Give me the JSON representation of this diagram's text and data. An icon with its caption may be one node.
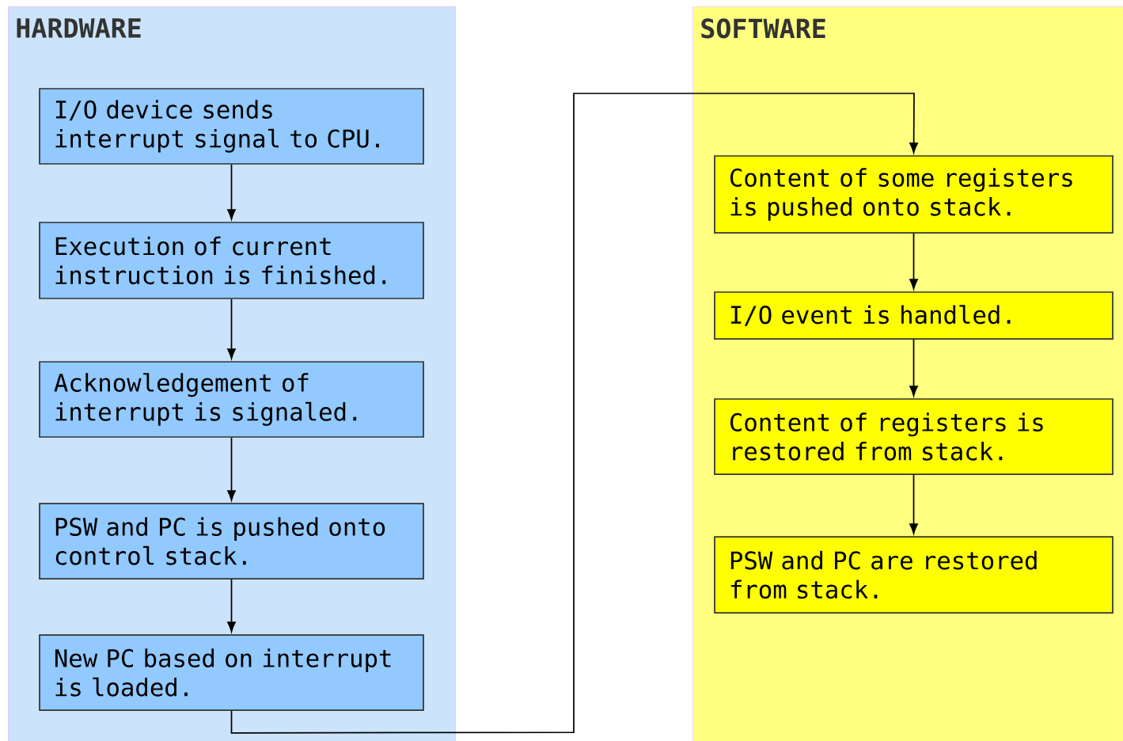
{
  "diagram": {
    "nodes": [
      {
        "text": [
          "HARDWARE"
        ]
      },
      {
        "text": [
          "SOFTWARE"
        ]
      },
      {
        "text": [
          "I/O device sends interrupt signal to CPU."
        ],
        "in": 0
      },
      {
        "text": [
          "Execution of current instruction is finished."
        ],
        "in": 0
      },
      {
        "text": [
          "Acknowledgement of interrupt is signaled."
        ],
        "in": 0
      },
      {
        "text": [
          "PSW and PC is pushed onto control stack."
        ],
        "in": 0
      },
      {
        "text": [
          "New PC based on interrupt is loaded."
        ],
        "in": 0
      },
      {
        "text": [
          "Content of some registers is pushed onto stack."
        ],
        "in": 1
      },
      {
        "text": [
          "I/O event is handled."
        ],
        "in": 1
      },
      {
        "text": [
          "Content of registers is restored from stack."
        ],
        "in": 1
      },
      {
        "text": [
          "PSW and PC are restored from stack."
        ],
        "in": 1
      }
    ],
    "edges": [
      {
        "from": 2,
        "to": 3,
        "arrow": "to"
      },
      {
        "from": 3,
        "to": 4,
        "arrow": "to"
      },
      {
        "from": 4,
        "to": 5,
        "arrow": "to"
      },
      {
        "from": 5,
        "to": 6,
        "arrow": "to"
      },
      {
        "from": 6,
        "to": 7,
        "arrow": "to"
      },
      {
        "from": 7,
        "to": 8,
        "arrow": "to"
      },
      {
        "from": 8,
        "to": 9,
        "arrow": "to"
      },
      {
        "from": 9,
        "to": 10,
        "arrow": "to"
      }
    ]
  }
}
